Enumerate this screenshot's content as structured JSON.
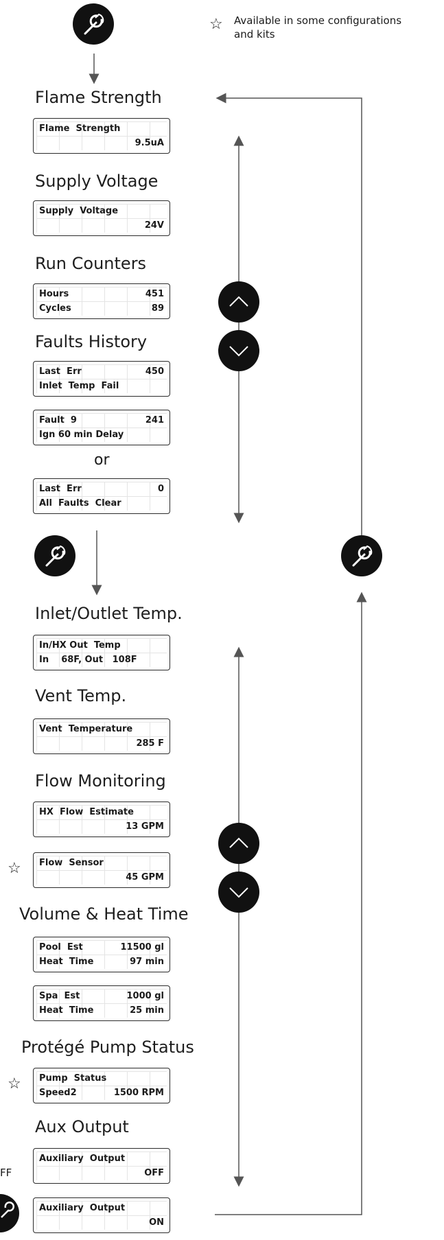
{
  "note": {
    "line1": "Available in some configurations",
    "line2": "and kits"
  },
  "edge_text": "FF",
  "or_label": "or",
  "sections": {
    "flame": {
      "title": "Flame Strength",
      "lcd": {
        "r1_left": "Flame  Strength",
        "r1_right": "",
        "r2_left": "",
        "r2_right": "9.5uA"
      }
    },
    "supply": {
      "title": "Supply Voltage",
      "lcd": {
        "r1_left": "Supply  Voltage",
        "r1_right": "",
        "r2_left": "",
        "r2_right": "24V"
      }
    },
    "run": {
      "title": "Run Counters",
      "lcd": {
        "r1_left": "Hours",
        "r1_right": "451",
        "r2_left": "Cycles",
        "r2_right": "89"
      }
    },
    "faults": {
      "title": "Faults History",
      "lcd1": {
        "r1_left": "Last  Err",
        "r1_right": "450",
        "r2_left": "Inlet  Temp  Fail",
        "r2_right": ""
      },
      "lcd2": {
        "r1_left": "Fault  9",
        "r1_right": "241",
        "r2_left": "Ign 60 min Delay",
        "r2_right": ""
      },
      "lcd3": {
        "r1_left": "Last  Err",
        "r1_right": "0",
        "r2_left": "All  Faults  Clear",
        "r2_right": ""
      }
    },
    "inlet": {
      "title": "Inlet/Outlet Temp.",
      "lcd": {
        "r1_left": "In/HX Out  Temp",
        "r1_right": "",
        "r2_left": "In    68F, Out   108F",
        "r2_right": ""
      }
    },
    "vent": {
      "title": "Vent Temp.",
      "lcd": {
        "r1_left": "Vent  Temperature",
        "r1_right": "",
        "r2_left": "",
        "r2_right": "285 F"
      }
    },
    "flow": {
      "title": "Flow Monitoring",
      "lcd1": {
        "r1_left": "HX  Flow  Estimate",
        "r1_right": "",
        "r2_left": "",
        "r2_right": "13 GPM"
      },
      "lcd2": {
        "r1_left": "Flow  Sensor",
        "r1_right": "",
        "r2_left": "",
        "r2_right": "45 GPM"
      }
    },
    "volume": {
      "title": "Volume & Heat Time",
      "lcd1": {
        "r1_left": "Pool  Est",
        "r1_right": "11500 gl",
        "r2_left": "Heat  Time",
        "r2_right": "97 min"
      },
      "lcd2": {
        "r1_left": "Spa  Est",
        "r1_right": "1000 gl",
        "r2_left": "Heat  Time",
        "r2_right": "25 min"
      }
    },
    "pump": {
      "title": "Protégé Pump Status",
      "lcd": {
        "r1_left": "Pump  Status",
        "r1_right": "",
        "r2_left": "Speed2",
        "r2_right": "1500 RPM"
      }
    },
    "aux": {
      "title": "Aux Output",
      "lcd1": {
        "r1_left": "Auxiliary  Output",
        "r1_right": "",
        "r2_left": "",
        "r2_right": "OFF"
      },
      "lcd2": {
        "r1_left": "Auxiliary  Output",
        "r1_right": "",
        "r2_left": "",
        "r2_right": "ON"
      }
    }
  },
  "icons": {
    "wrench": "wrench-icon",
    "up": "chevron-up-icon",
    "down": "chevron-down-icon",
    "star": "star-outline-icon"
  },
  "colors": {
    "ink": "#111111",
    "line": "#555555",
    "grid": "#e2e2e2"
  }
}
